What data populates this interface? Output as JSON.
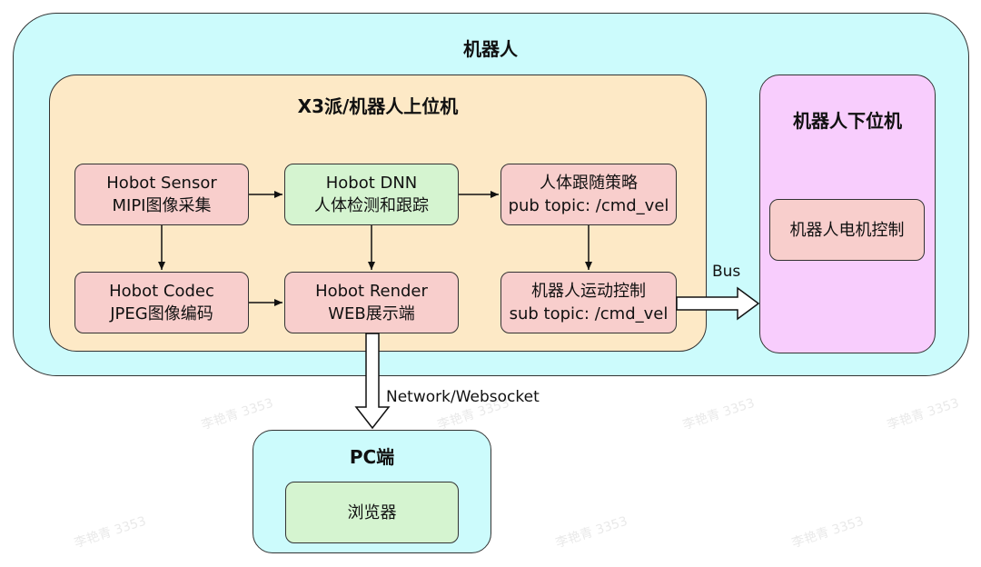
{
  "robot": {
    "title": "机器人"
  },
  "upper": {
    "title": "X3派/机器人上位机"
  },
  "lower": {
    "title": "机器人下位机",
    "motor": "机器人电机控制"
  },
  "nodes": {
    "sensor": {
      "line1": "Hobot Sensor",
      "line2": "MIPI图像采集"
    },
    "dnn": {
      "line1": "Hobot DNN",
      "line2": "人体检测和跟踪"
    },
    "follow": {
      "line1": "人体跟随策略",
      "line2": "pub topic: /cmd_vel"
    },
    "codec": {
      "line1": "Hobot Codec",
      "line2": "JPEG图像编码"
    },
    "render": {
      "line1": "Hobot Render",
      "line2": "WEB展示端"
    },
    "motion": {
      "line1": "机器人运动控制",
      "line2": "sub topic: /cmd_vel"
    }
  },
  "links": {
    "bus": "Bus",
    "network": "Network/Websocket"
  },
  "pc": {
    "title": "PC端",
    "browser": "浏览器"
  },
  "watermark": "李艳青 3353",
  "colors": {
    "robot_bg": "#ccfbfc",
    "upper_bg": "#fde9c6",
    "lower_bg": "#f8cdfd",
    "node_pink": "#f8cecc",
    "node_green": "#d5f4d0"
  }
}
